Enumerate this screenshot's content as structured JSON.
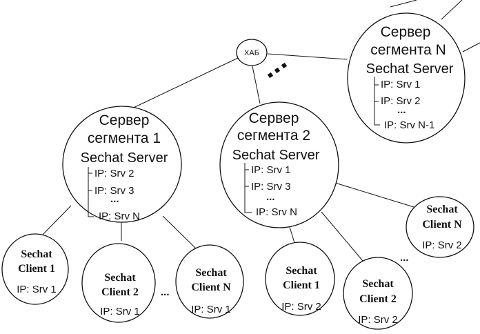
{
  "hub": {
    "label": "ХАБ"
  },
  "servers": [
    {
      "title1": "Сервер",
      "title2": "сегмента 1",
      "product": "Sechat Server",
      "ips": [
        "IP: Srv 2",
        "IP: Srv 3"
      ],
      "ellipsis": "...",
      "last_ip": "IP: Srv N"
    },
    {
      "title1": "Сервер",
      "title2": "сегмента 2",
      "product": "Sechat Server",
      "ips": [
        "IP: Srv 1",
        "IP: Srv 3"
      ],
      "ellipsis": "...",
      "last_ip": "IP: Srv N"
    },
    {
      "title1": "Сервер",
      "title2": "сегмента N",
      "product": "Sechat Server",
      "ips": [
        "IP: Srv 1",
        "IP: Srv 2"
      ],
      "ellipsis": "...",
      "last_ip": "IP: Srv N-1"
    }
  ],
  "clients": [
    {
      "line1": "Sechat",
      "line2": "Client 1",
      "ip": "IP: Srv 1"
    },
    {
      "line1": "Sechat",
      "line2": "Client 2",
      "ip": "IP: Srv 1"
    },
    {
      "line1": "Sechat",
      "line2": "Client N",
      "ip": "IP: Srv 1"
    },
    {
      "line1": "Sechat",
      "line2": "Client 1",
      "ip": "IP: Srv 2"
    },
    {
      "line1": "Sechat",
      "line2": "Client 2",
      "ip": "IP: Srv 2"
    },
    {
      "line1": "Sechat",
      "line2": "Client N",
      "ip": "IP: Srv 2"
    }
  ],
  "ellipses": {
    "seg1_clients": "...",
    "seg2_clients": "..."
  }
}
